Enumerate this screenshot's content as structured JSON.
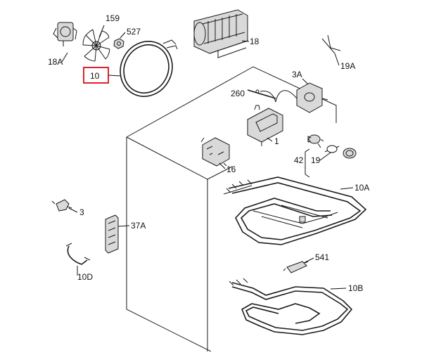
{
  "labels": {
    "p159": "159",
    "p527": "527",
    "p18A": "18A",
    "p10": "10",
    "p18": "18",
    "p19A": "19A",
    "p3A": "3A",
    "p260": "260",
    "p1": "1",
    "p42": "42",
    "p19": "19",
    "p16": "16",
    "p10A": "10A",
    "p3": "3",
    "p37A": "37A",
    "p541": "541",
    "p10D": "10D",
    "p10B": "10B"
  },
  "colors": {
    "highlight": "#e0222b",
    "line": "#1a1a1a"
  },
  "highlighted_part": "10"
}
